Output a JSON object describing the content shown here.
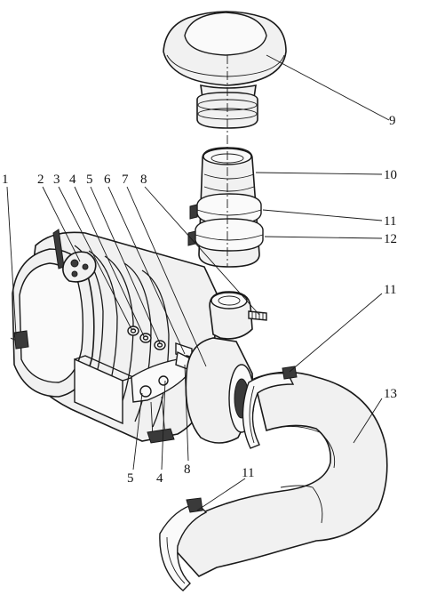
{
  "callouts": {
    "c1": "1",
    "c2": "2",
    "c3": "3",
    "c4_top": "4",
    "c5_top": "5",
    "c6": "6",
    "c7": "7",
    "c8_top": "8",
    "c9": "9",
    "c10": "10",
    "c11_a": "11",
    "c12": "12",
    "c11_b": "11",
    "c13": "13",
    "c5_bottom": "5",
    "c4_bottom": "4",
    "c8_bottom": "8",
    "c11_c": "11"
  }
}
